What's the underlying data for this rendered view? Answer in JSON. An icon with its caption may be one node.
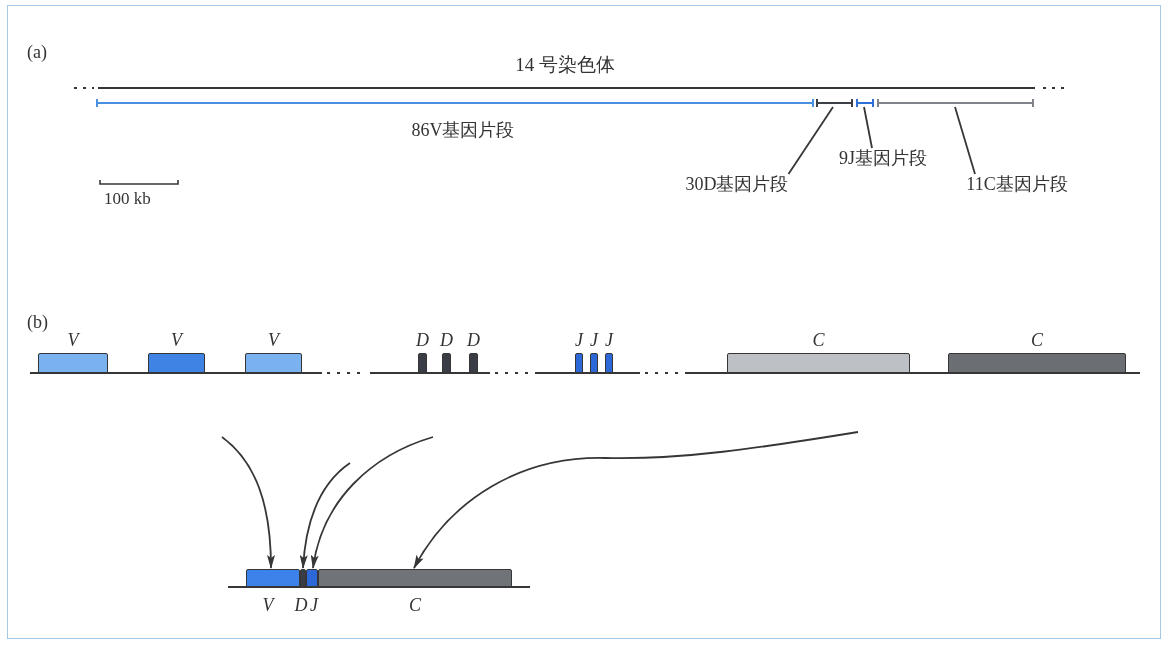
{
  "diagram": {
    "nodes": [
      {
        "text": [],
        "shape": "bar",
        "beside": [
          "86V基因片段"
        ]
      },
      {
        "text": [],
        "shape": "bar"
      },
      {
        "text": [],
        "shape": "bar"
      },
      {
        "text": [],
        "shape": "bar"
      },
      {
        "text": [
          "9J基因片段"
        ]
      },
      {
        "text": [
          "30D基因片段"
        ]
      },
      {
        "text": [
          "11C基因片段"
        ]
      },
      {
        "text": [
          "V"
        ]
      },
      {
        "text": [
          "V"
        ]
      },
      {
        "text": [
          "V"
        ]
      },
      {
        "text": [
          "D"
        ]
      },
      {
        "text": [
          "D"
        ]
      },
      {
        "text": [
          "D"
        ]
      },
      {
        "text": [
          "J"
        ]
      },
      {
        "text": [
          "J"
        ]
      },
      {
        "text": [
          "J"
        ]
      },
      {
        "text": [
          "C"
        ]
      },
      {
        "text": [
          "C"
        ]
      },
      {
        "text": [
          "V"
        ]
      },
      {
        "text": [
          "D"
        ]
      },
      {
        "text": [
          "J"
        ]
      },
      {
        "text": [
          "C"
        ]
      }
    ],
    "edges": [
      {
        "from": 5,
        "to": 1,
        "arrow": "none"
      },
      {
        "from": 4,
        "to": 2,
        "arrow": "none"
      },
      {
        "from": 6,
        "to": 3,
        "arrow": "none"
      },
      {
        "from": null,
        "to": 18,
        "arrow": "to"
      },
      {
        "from": null,
        "to": 19,
        "arrow": "to"
      },
      {
        "from": null,
        "to": 20,
        "arrow": "to"
      },
      {
        "from": null,
        "to": 21,
        "arrow": "to"
      }
    ],
    "labels": [
      "(a)",
      "14 号染色体",
      "100 kb",
      "(b)"
    ]
  }
}
